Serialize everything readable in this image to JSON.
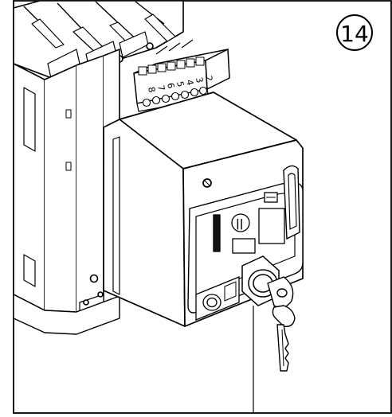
{
  "step": {
    "number": "14"
  },
  "terminal": {
    "numbers": [
      "8",
      "7",
      "6",
      "5",
      "4",
      "3",
      "2"
    ]
  },
  "selector_symbol": "||"
}
